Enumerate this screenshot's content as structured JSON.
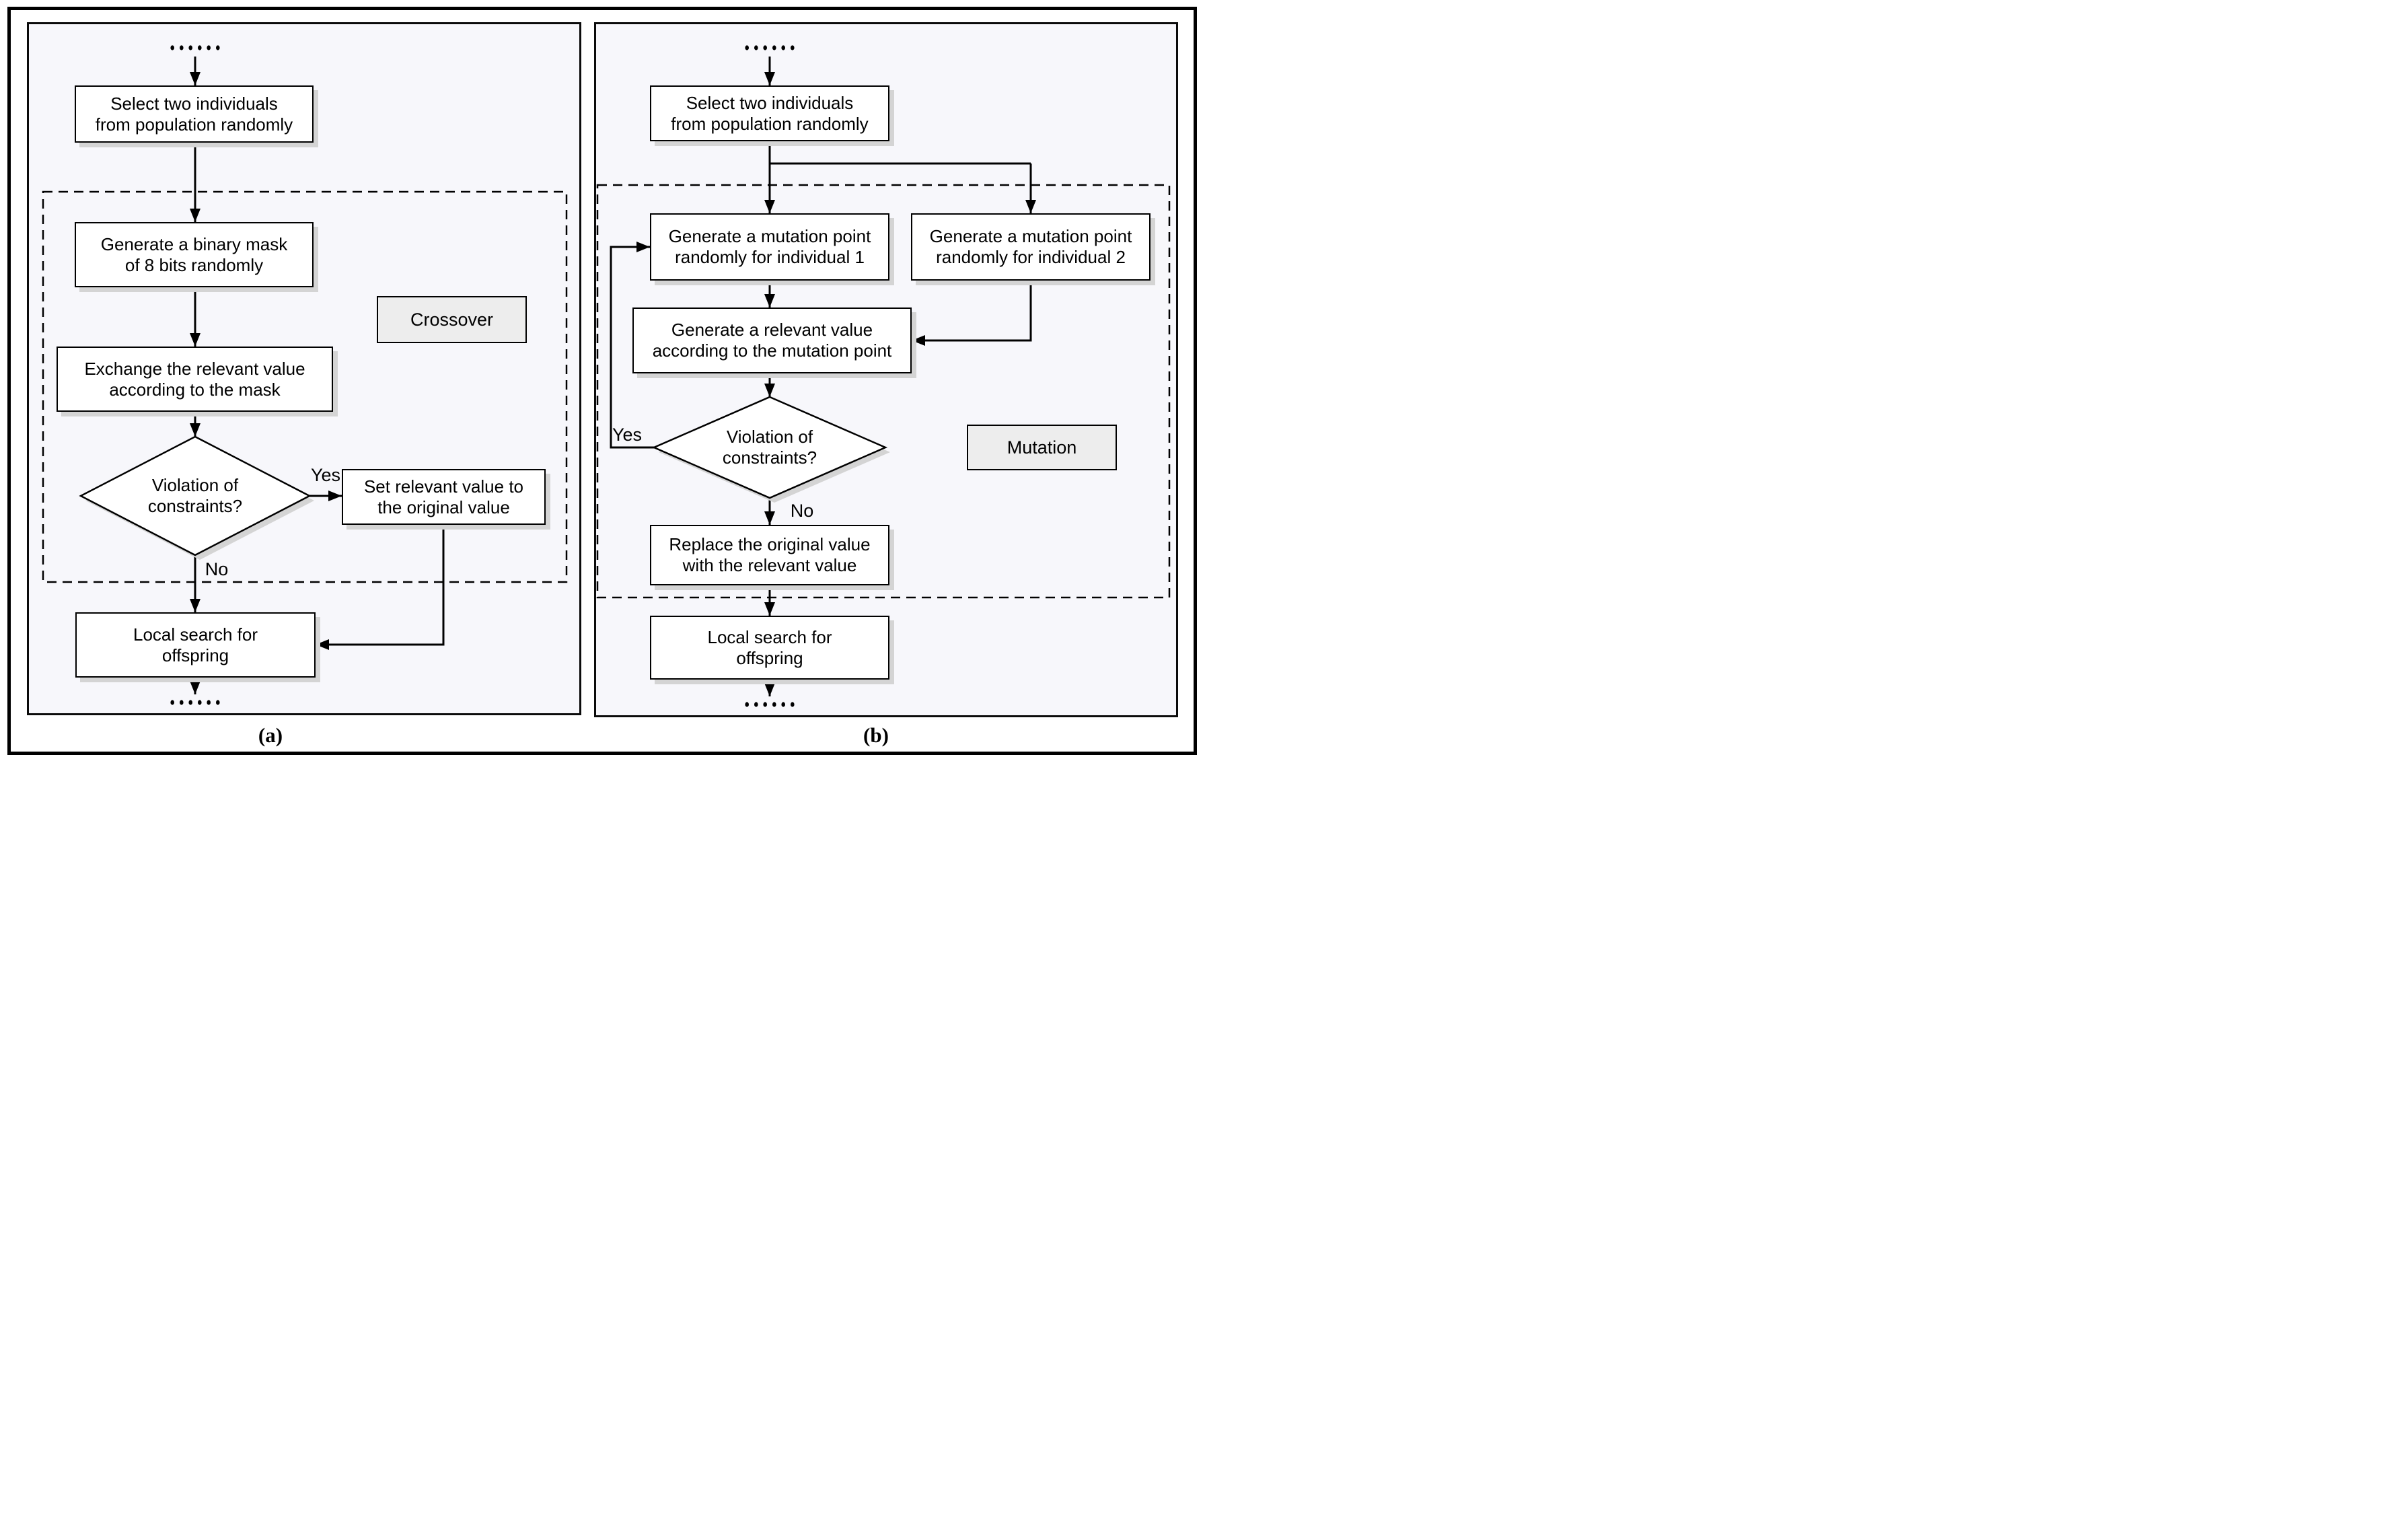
{
  "figure": {
    "colors": {
      "panel_background": "#f7f7fb",
      "node_fill": "#ffffff",
      "region_label_fill": "#ededed",
      "shadow": "#d4d4d4",
      "line": "#000000"
    },
    "panel_a": {
      "caption": "(a)",
      "region_label": "Crossover",
      "continuation_dots": "......",
      "nodes": {
        "select": {
          "lines": [
            "Select two individuals",
            "from population randomly"
          ]
        },
        "generate_mask": {
          "lines": [
            "Generate a binary mask",
            "of 8 bits randomly"
          ]
        },
        "exchange_value": {
          "lines": [
            "Exchange the relevant value",
            "according to the mask"
          ]
        },
        "violation": {
          "lines": [
            "Violation of",
            "constraints?"
          ]
        },
        "set_original": {
          "lines": [
            "Set relevant value to",
            "the original value"
          ]
        },
        "local_search": {
          "lines": [
            "Local search for",
            "offspring"
          ]
        }
      },
      "edge_labels": {
        "yes": "Yes",
        "no": "No"
      }
    },
    "panel_b": {
      "caption": "(b)",
      "region_label": "Mutation",
      "continuation_dots": "......",
      "nodes": {
        "select": {
          "lines": [
            "Select two individuals",
            "from population randomly"
          ]
        },
        "mutation_point_1": {
          "lines": [
            "Generate a mutation point",
            "randomly for individual 1"
          ]
        },
        "mutation_point_2": {
          "lines": [
            "Generate a mutation point",
            "randomly for individual 2"
          ]
        },
        "relevant_value": {
          "lines": [
            "Generate a relevant value",
            "according to the mutation point"
          ]
        },
        "violation": {
          "lines": [
            "Violation of",
            "constraints?"
          ]
        },
        "replace_original": {
          "lines": [
            "Replace the original value",
            "with the relevant value"
          ]
        },
        "local_search": {
          "lines": [
            "Local search for",
            "offspring"
          ]
        }
      },
      "edge_labels": {
        "yes": "Yes",
        "no": "No"
      }
    }
  }
}
